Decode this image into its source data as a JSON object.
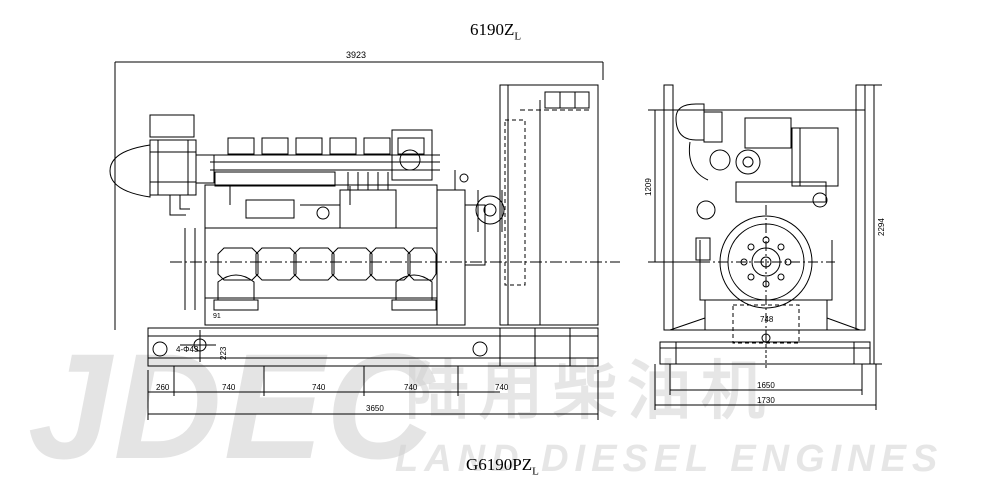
{
  "titles": {
    "top_main": "6190Z",
    "top_sub": "L",
    "bottom_main": "G6190PZ",
    "bottom_sub": "L"
  },
  "watermark": {
    "logo": "JDEC",
    "chinese": "陆用柴油机",
    "english": "LAND DIESEL ENGINES"
  },
  "side_view": {
    "overall_length": "3923",
    "base_length": "3650",
    "segments": [
      "260",
      "740",
      "740",
      "740",
      "740"
    ],
    "hole_label": "4-Φ43",
    "dim_223": "223",
    "dim_91": "91"
  },
  "front_view": {
    "height_upper": "1209",
    "overall_height": "2294",
    "inner_width": "748",
    "base_width": "1650",
    "overall_width": "1730"
  },
  "colors": {
    "line": "#000000",
    "watermark": "#cfcfcf"
  }
}
